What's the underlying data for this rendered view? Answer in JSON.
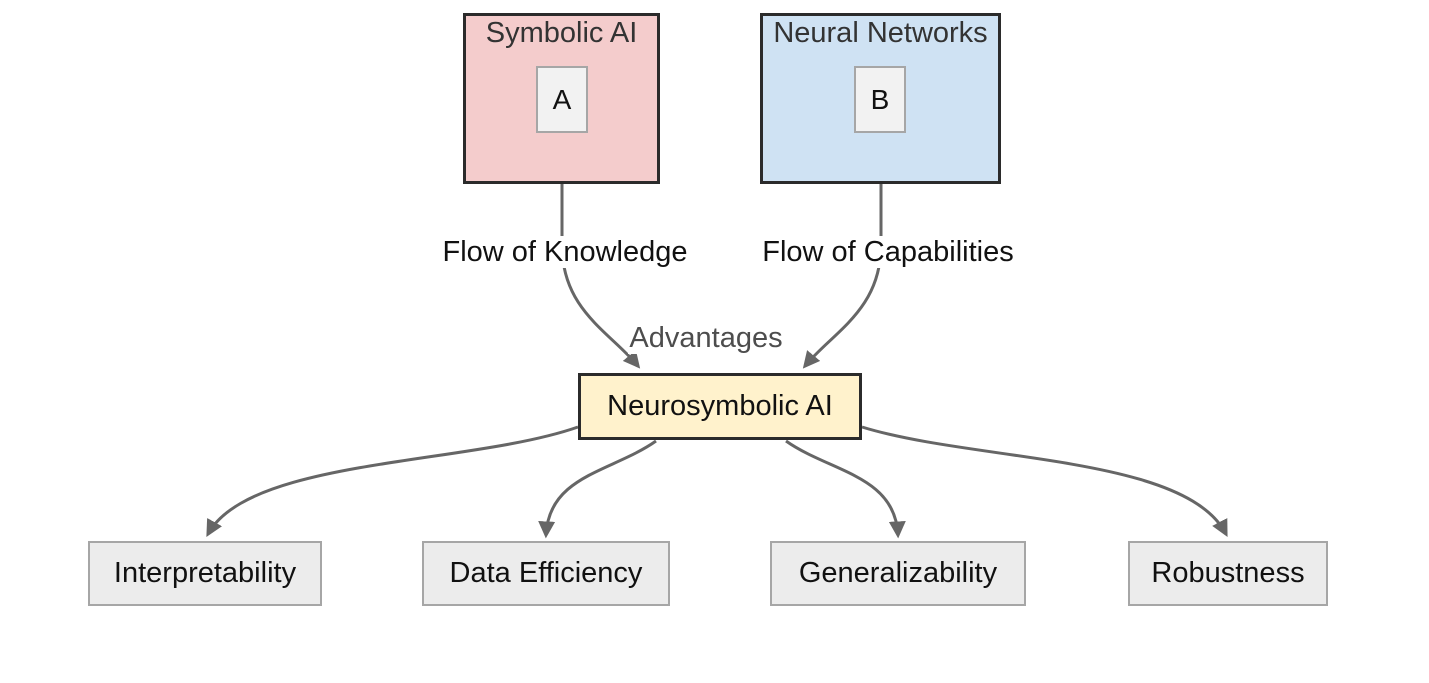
{
  "diagram": {
    "type": "flowchart",
    "direction": "top-down",
    "subgraphs": [
      {
        "title": "Symbolic AI",
        "contains": "A",
        "fill": "#f4cccc"
      },
      {
        "title": "Neural Networks",
        "contains": "B",
        "fill": "#cfe2f3"
      }
    ],
    "nodes": {
      "a": "A",
      "b": "B",
      "neurosymbolic": "Neurosymbolic AI",
      "interpretability": "Interpretability",
      "data_efficiency": "Data Efficiency",
      "generalizability": "Generalizability",
      "robustness": "Robustness"
    },
    "edges": [
      {
        "from": "A",
        "to": "Neurosymbolic AI",
        "label": "Flow of Knowledge"
      },
      {
        "from": "B",
        "to": "Neurosymbolic AI",
        "label": "Flow of Capabilities"
      },
      {
        "from": "Neurosymbolic AI",
        "to": "Interpretability",
        "label": ""
      },
      {
        "from": "Neurosymbolic AI",
        "to": "Data Efficiency",
        "label": ""
      },
      {
        "from": "Neurosymbolic AI",
        "to": "Generalizability",
        "label": ""
      },
      {
        "from": "Neurosymbolic AI",
        "to": "Robustness",
        "label": ""
      }
    ],
    "advantages_label": "Advantages",
    "colors": {
      "background": "#ffffff",
      "symbolic_fill": "#f4cccc",
      "neural_fill": "#cfe2f3",
      "neurosymbolic_fill": "#fff2cc",
      "leaf_fill": "#ececec",
      "inner_node_fill": "#f2f2f2",
      "dark_border": "#2b2b2b",
      "gray_border": "#a6a6a6",
      "edge_stroke": "#666666",
      "text": "#111111",
      "muted_text": "#4d4d4d"
    }
  }
}
